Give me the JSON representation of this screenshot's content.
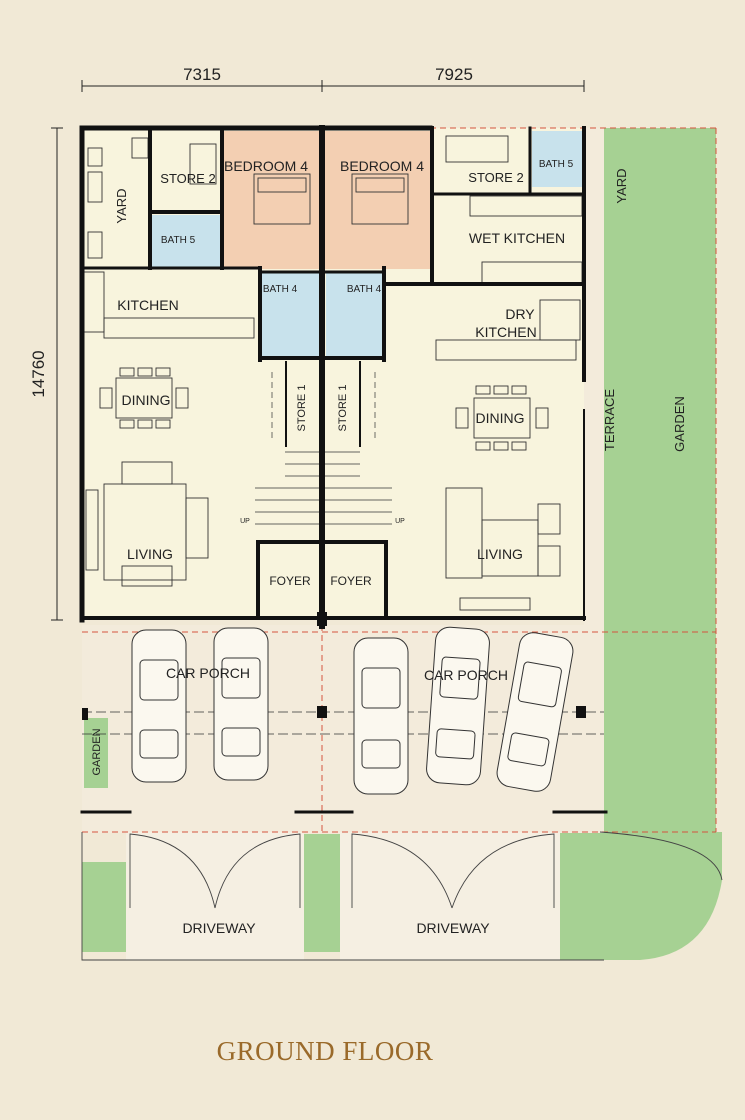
{
  "dimensions": {
    "width_left": "7315",
    "width_right": "7925",
    "depth": "14760"
  },
  "rooms": {
    "yard_left": "YARD",
    "store2_left": "STORE 2",
    "bedroom4_left": "BEDROOM 4",
    "bedroom4_right": "BEDROOM 4",
    "store2_right": "STORE 2",
    "bath5_right": "BATH 5",
    "yard_right": "YARD",
    "bath5_left": "BATH 5",
    "wet_kitchen": "WET KITCHEN",
    "kitchen": "KITCHEN",
    "bath4_left": "BATH 4",
    "bath4_right": "BATH 4",
    "dry_kitchen_line1": "DRY",
    "dry_kitchen_line2": "KITCHEN",
    "dining_left": "DINING",
    "store1_left": "STORE 1",
    "store1_right": "STORE 1",
    "dining_right": "DINING",
    "terrace": "TERRACE",
    "garden_right": "GARDEN",
    "living_left": "LIVING",
    "living_right": "LIVING",
    "foyer_left": "FOYER",
    "foyer_right": "FOYER",
    "up_left": "UP",
    "up_right": "UP",
    "car_porch_left": "CAR PORCH",
    "car_porch_right": "CAR PORCH",
    "garden_left": "GARDEN",
    "driveway_left": "DRIVEWAY",
    "driveway_right": "DRIVEWAY"
  },
  "title": "GROUND FLOOR",
  "colors": {
    "background": "#f1e9d6",
    "interior": "#f8f4dd",
    "bedroom": "#f3cfb2",
    "bath": "#c8e2ec",
    "garden": "#a6d193",
    "porch": "#f3ebdb",
    "wall": "#111111",
    "title": "#9a6a2a"
  }
}
